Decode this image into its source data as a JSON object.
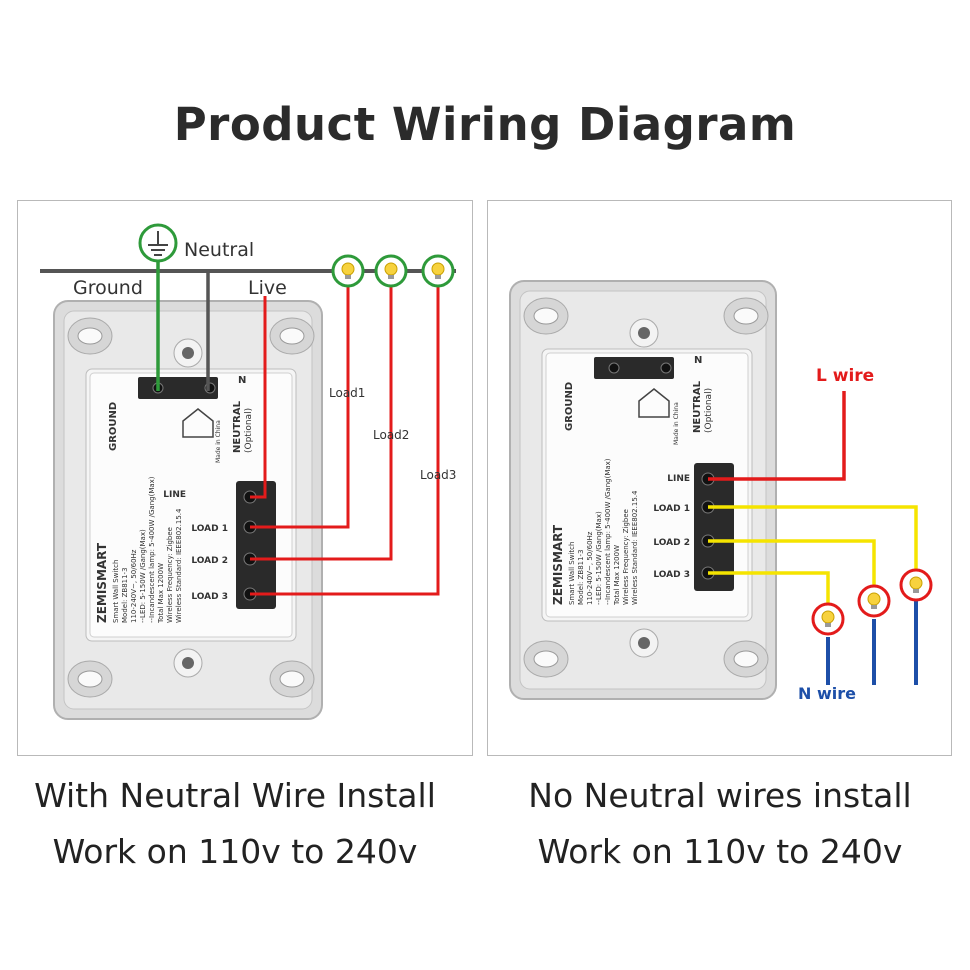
{
  "title": "Product Wiring Diagram",
  "left_panel": {
    "caption_line1": "With Neutral Wire Install",
    "caption_line2": "Work on 110v to 240v",
    "labels": {
      "neutral": "Neutral",
      "ground": "Ground",
      "live": "Live",
      "load1": "Load1",
      "load2": "Load2",
      "load3": "Load3"
    }
  },
  "right_panel": {
    "caption_line1": "No Neutral wires install",
    "caption_line2": "Work on 110v to 240v",
    "labels": {
      "l_wire": "L wire",
      "n_wire": "N wire"
    }
  },
  "device": {
    "brand": "ZEMISMART",
    "product": "Smart Wall Switch",
    "model": "Model: ZB811-3",
    "spec1": "110-240V~, 50/60Hz",
    "spec2": "--LED: 5-150W /Gang(Max)",
    "spec3": "--Incandescent lamp: 5-400W /Gang(Max)",
    "spec4": "Total Max 1200W",
    "spec5": "Wireless Frequency: Zigbee",
    "spec6": "Wireless Standard: IEEE802.15.4",
    "ground_label": "GROUND",
    "neutral_label": "NEUTRAL",
    "optional_label": "(Optional)",
    "made_in": "Made in China",
    "n_mark": "N",
    "terminal_line": "LINE",
    "terminal_load1": "LOAD 1",
    "terminal_load2": "LOAD 2",
    "terminal_load3": "LOAD 3"
  },
  "colors": {
    "live_wire": "#e31b1b",
    "neutral_wire": "#555555",
    "ground_wire": "#2e9a3a",
    "load_wire_right": "#f5e400",
    "n_wire": "#1d4fa8",
    "bulb_ring_green": "#2e9a3a",
    "bulb_ring_red": "#e31b1b",
    "l_wire_label": "#e31b1b",
    "n_wire_label": "#1d4fa8"
  },
  "icons": [
    "ground-symbol-icon",
    "bulb-icon",
    "house-icon"
  ]
}
